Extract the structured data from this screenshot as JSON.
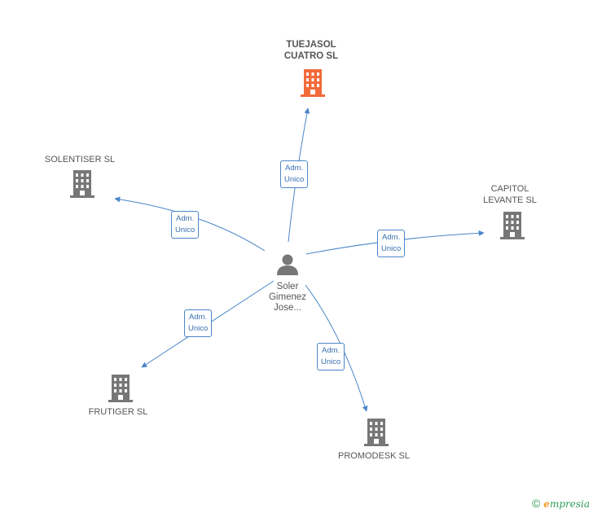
{
  "center": {
    "name": "Soler\nGimenez\nJose..."
  },
  "companies": {
    "tuejasol": {
      "name": "TUEJASOL\nCUATRO SL",
      "color": "#f26a3a"
    },
    "solentiser": {
      "name": "SOLENTISER  SL",
      "color": "#777777"
    },
    "capitol": {
      "name": "CAPITOL\nLEVANTE SL",
      "color": "#777777"
    },
    "frutiger": {
      "name": "FRUTIGER SL",
      "color": "#777777"
    },
    "promodesk": {
      "name": "PROMODESK SL",
      "color": "#777777"
    }
  },
  "edges": {
    "tuejasol": "Adm.\nUnico",
    "solentiser": "Adm.\nUnico",
    "capitol": "Adm.\nUnico",
    "frutiger": "Adm.\nUnico",
    "promodesk": "Adm.\nUnico"
  },
  "colors": {
    "edge": "#4a86c8",
    "person_icon": "#777777"
  },
  "footer": {
    "copyright": "©",
    "brand_e": "e",
    "brand_rest": "mpresia"
  }
}
